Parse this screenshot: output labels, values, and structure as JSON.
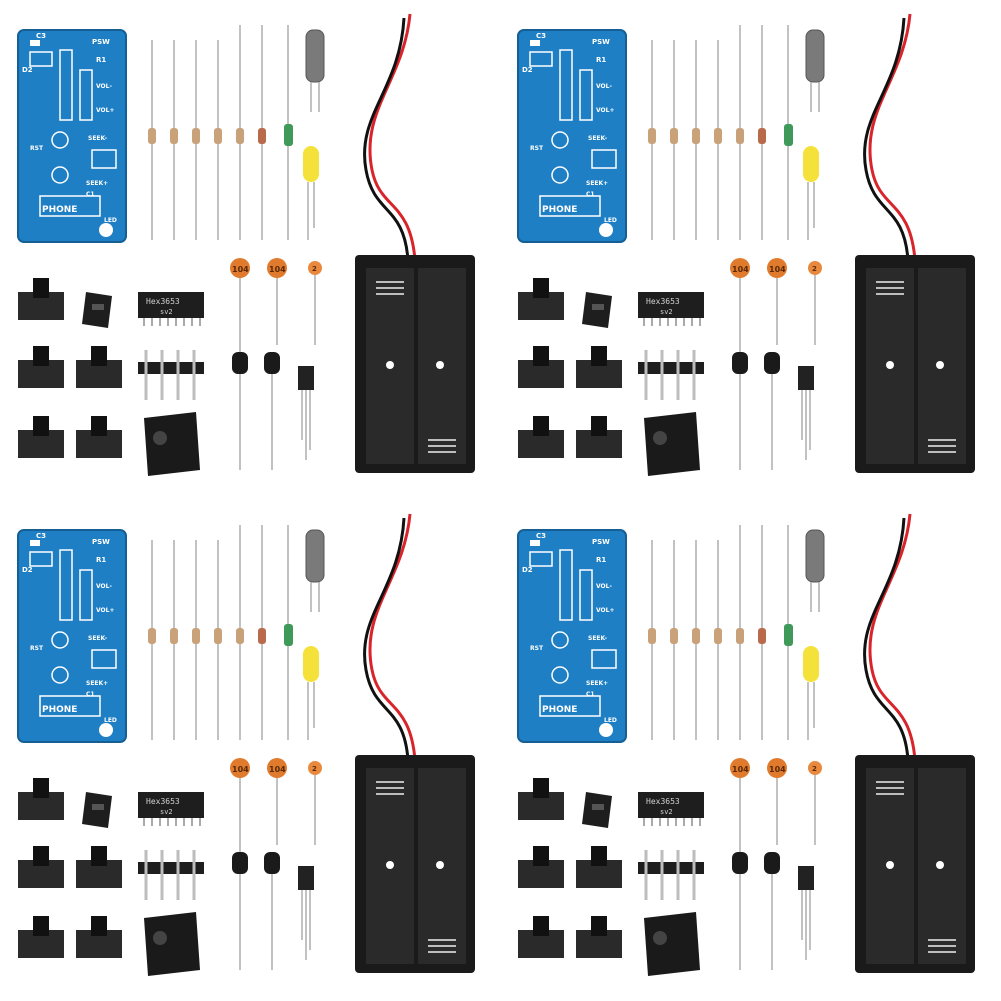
{
  "kit": {
    "chip_marking": "Hex3653",
    "chip_sub_marking": "sv2",
    "capacitor_marking": "104",
    "small_capacitor_marking": "2",
    "pcb_labels": [
      "C3",
      "D2",
      "PSW",
      "R1",
      "VOL-",
      "VOL+",
      "SEEK-",
      "SEEK+",
      "RST",
      "PHONE",
      "LED",
      "C1"
    ]
  },
  "colors": {
    "pcb": "#1f7fc4",
    "battery_holder": "#1a1a1a",
    "led": "#f4e23a",
    "ceramic_cap": "#e07a2c",
    "wire_red": "#d8242a",
    "wire_black": "#111111"
  }
}
